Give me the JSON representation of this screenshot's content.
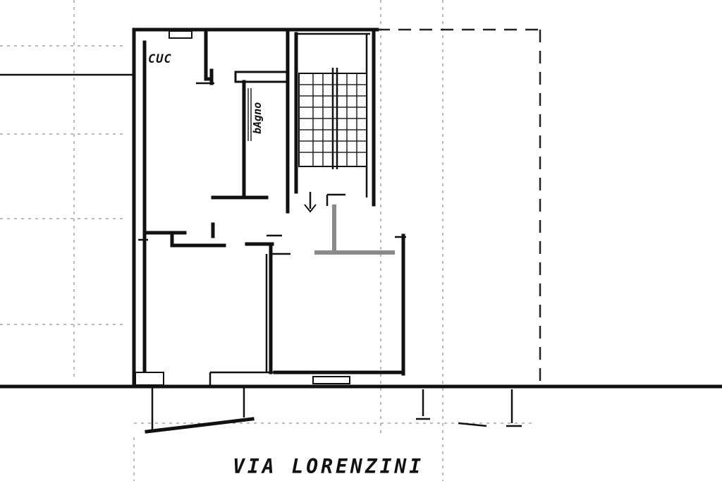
{
  "rooms": {
    "kitchen_label": "CUC",
    "storage_label": "bAgno"
  },
  "street": {
    "name": "VIA LORENZINI"
  }
}
